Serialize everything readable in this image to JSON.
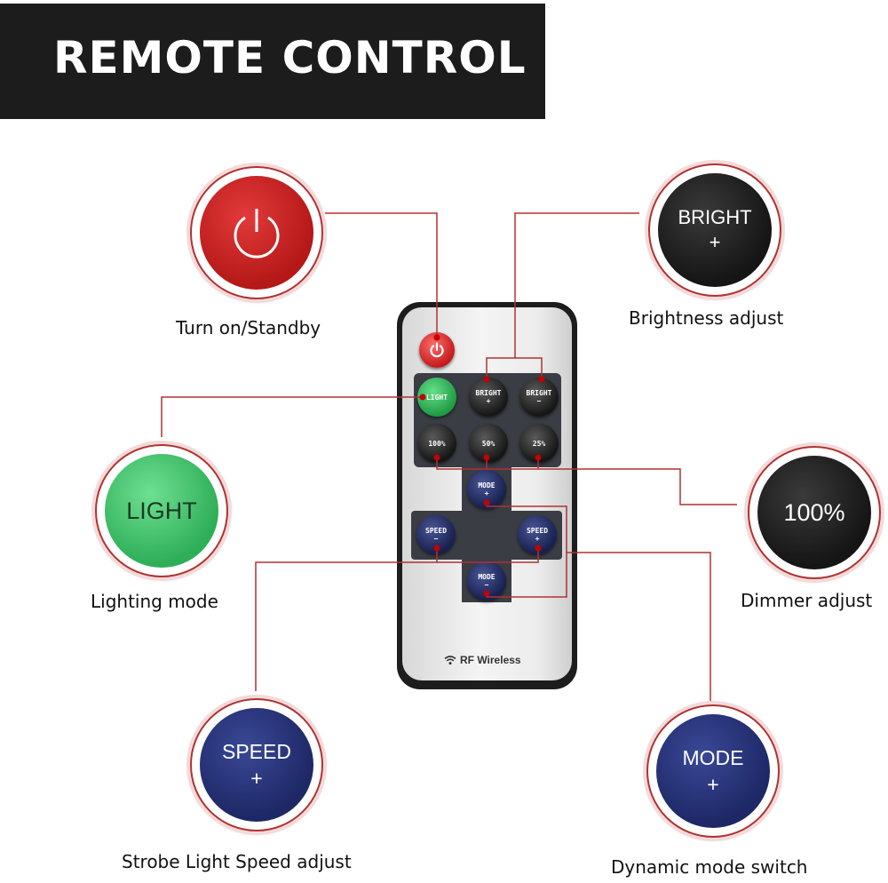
{
  "banner": {
    "title": "REMOTE CONTROL"
  },
  "remote": {
    "power_icon": "power-icon",
    "buttons": {
      "light": "LIGHT",
      "bright_plus_top": "BRIGHT",
      "bright_plus_sign": "+",
      "bright_minus_top": "BRIGHT",
      "bright_minus_sign": "−",
      "p100": "100%",
      "p50": "50%",
      "p25": "25%",
      "mode_plus_top": "MODE",
      "mode_plus_sign": "+",
      "speed_minus_top": "SPEED",
      "speed_minus_sign": "−",
      "speed_plus_top": "SPEED",
      "speed_plus_sign": "+",
      "mode_minus_top": "MODE",
      "mode_minus_sign": "−"
    },
    "rf_label": "RF Wireless",
    "rf_icon": "wifi-icon"
  },
  "callouts": {
    "power": {
      "icon": "power-icon",
      "caption": "Turn on/Standby"
    },
    "bright": {
      "line1": "BRIGHT",
      "line2": "+",
      "caption": "Brightness adjust"
    },
    "light": {
      "line1": "LIGHT",
      "caption": "Lighting mode"
    },
    "dimmer": {
      "line1": "100%",
      "caption": "Dimmer adjust"
    },
    "speed": {
      "line1": "SPEED",
      "line2": "+",
      "caption": "Strobe Light Speed adjust"
    },
    "mode": {
      "line1": "MODE",
      "line2": "+",
      "caption": "Dynamic mode switch"
    }
  },
  "colors": {
    "power": "#c21f1f",
    "bright": "#2a2a2a",
    "light": "#3fbf6a",
    "dimmer": "#2a2a2a",
    "speed": "#283275",
    "mode": "#283275",
    "leader_line": "#b03232"
  }
}
